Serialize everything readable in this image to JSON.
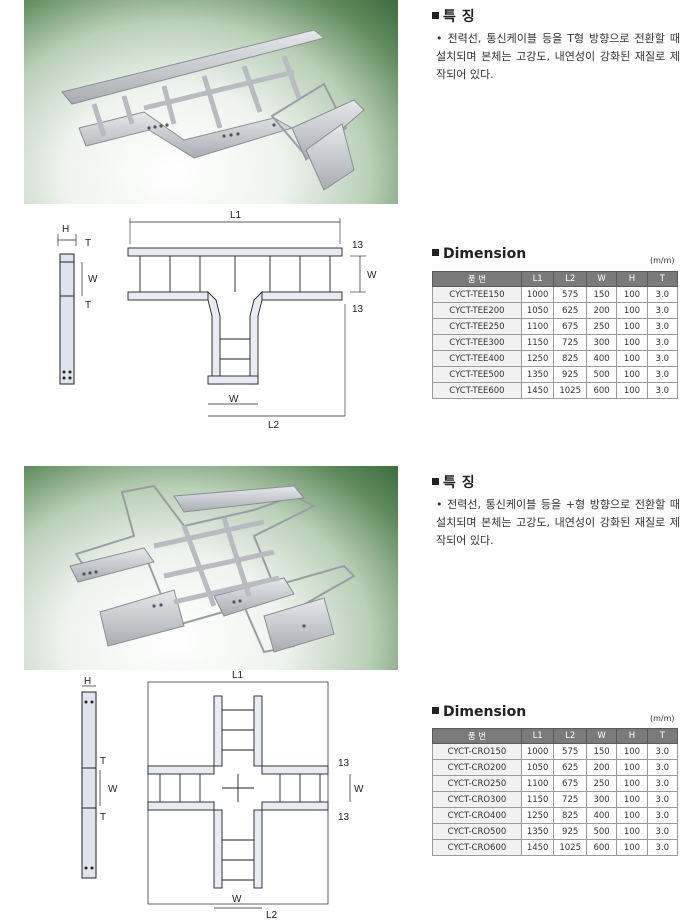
{
  "sections": [
    {
      "feature": {
        "title": "특 징",
        "text": "• 전력선, 통신케이블 등을 T형 방향으로 전환할 때 설치되며 본체는 고강도, 내연성이 강화된 재질로 제작되어 있다."
      },
      "dimension": {
        "title": "Dimension",
        "unit": "(m/m)",
        "headers": [
          "품 번",
          "L1",
          "L2",
          "W",
          "H",
          "T"
        ],
        "rows": [
          [
            "CYCT-TEE150",
            "1000",
            "575",
            "150",
            "100",
            "3.0"
          ],
          [
            "CYCT-TEE200",
            "1050",
            "625",
            "200",
            "100",
            "3.0"
          ],
          [
            "CYCT-TEE250",
            "1100",
            "675",
            "250",
            "100",
            "3.0"
          ],
          [
            "CYCT-TEE300",
            "1150",
            "725",
            "300",
            "100",
            "3.0"
          ],
          [
            "CYCT-TEE400",
            "1250",
            "825",
            "400",
            "100",
            "3.0"
          ],
          [
            "CYCT-TEE500",
            "1350",
            "925",
            "500",
            "100",
            "3.0"
          ],
          [
            "CYCT-TEE600",
            "1450",
            "1025",
            "600",
            "100",
            "3.0"
          ]
        ]
      },
      "drawing": {
        "L1": "L1",
        "L2": "L2",
        "W": "W",
        "H": "H",
        "T": "T",
        "dim13": "13"
      }
    },
    {
      "feature": {
        "title": "특 징",
        "text": "• 전력선, 통신케이블 등을 +형 방향으로 전환할 때 설치되며 본체는 고강도, 내연성이 강화된 재질로 제작되어 있다."
      },
      "dimension": {
        "title": "Dimension",
        "unit": "(m/m)",
        "headers": [
          "품 번",
          "L1",
          "L2",
          "W",
          "H",
          "T"
        ],
        "rows": [
          [
            "CYCT-CRO150",
            "1000",
            "575",
            "150",
            "100",
            "3.0"
          ],
          [
            "CYCT-CRO200",
            "1050",
            "625",
            "200",
            "100",
            "3.0"
          ],
          [
            "CYCT-CRO250",
            "1100",
            "675",
            "250",
            "100",
            "3.0"
          ],
          [
            "CYCT-CRO300",
            "1150",
            "725",
            "300",
            "100",
            "3.0"
          ],
          [
            "CYCT-CRO400",
            "1250",
            "825",
            "400",
            "100",
            "3.0"
          ],
          [
            "CYCT-CRO500",
            "1350",
            "925",
            "500",
            "100",
            "3.0"
          ],
          [
            "CYCT-CRO600",
            "1450",
            "1025",
            "600",
            "100",
            "3.0"
          ]
        ]
      },
      "drawing": {
        "L1": "L1",
        "L2": "L2",
        "W": "W",
        "H": "H",
        "T": "T",
        "dim13": "13"
      }
    }
  ],
  "colors": {
    "header_bg": "#7a7a7a",
    "photo_green": "#3f6c3f",
    "tray_metal": "#c9ccd0"
  }
}
